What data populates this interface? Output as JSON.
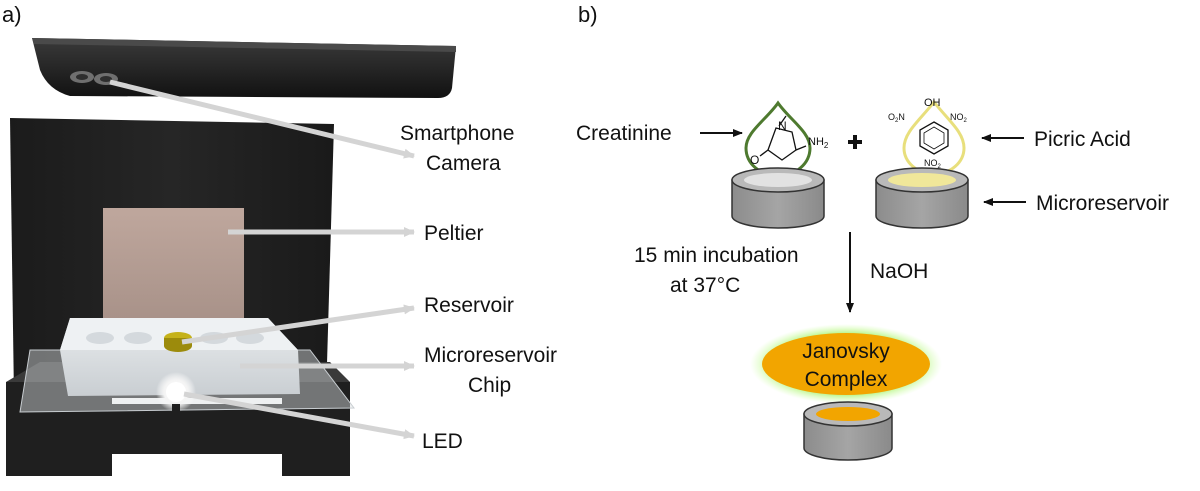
{
  "panel_a": {
    "letter": "a)",
    "labels": {
      "camera_line1": "Smartphone",
      "camera_line2": "Camera",
      "peltier": "Peltier",
      "reservoir": "Reservoir",
      "chip_line1": "Microreservoir",
      "chip_line2": "Chip",
      "led": "LED"
    }
  },
  "panel_b": {
    "letter": "b)",
    "labels": {
      "creatinine": "Creatinine",
      "picric_acid": "Picric Acid",
      "microreservoir": "Microreservoir",
      "incubation_line1": "15 min incubation",
      "incubation_line2": "at 37°C",
      "naoh": "NaOH",
      "complex_line1": "Janovsky",
      "complex_line2": "Complex"
    },
    "chem": {
      "nh2": "NH",
      "nh2_sub": "2",
      "n": "N",
      "o": "O",
      "oh": "OH",
      "no2_left": "O",
      "no2_left_sub": "2",
      "no2_left_tail": "N",
      "no2_right": "NO",
      "no2_right_sub": "2",
      "no2_bottom": "NO",
      "no2_bottom_sub": "2"
    }
  },
  "colors": {
    "creatinine_drop": "#4e7a2f",
    "picric_drop": "#e8df7c",
    "complex_fill": "#f2a500",
    "complex_glow": "#9cf05a",
    "reservoir_grey": "#9a9a9a"
  }
}
